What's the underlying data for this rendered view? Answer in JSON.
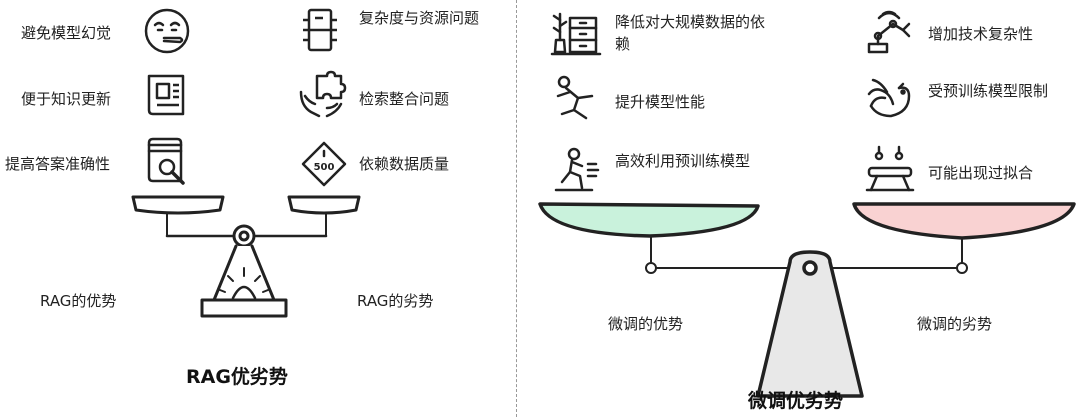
{
  "rag": {
    "pros": [
      "避免模型幻觉",
      "便于知识更新",
      "提高答案准确性"
    ],
    "cons": [
      "复杂度与资源问题",
      "检索整合问题",
      "依赖数据质量"
    ],
    "pro_label": "RAG的优势",
    "con_label": "RAG的劣势",
    "title": "RAG优劣势",
    "badge": "500"
  },
  "ft": {
    "pros": [
      "降低对大规模数据的依赖",
      "提升模型性能",
      "高效利用预训练模型"
    ],
    "cons": [
      "增加技术复杂性",
      "受预训练模型限制",
      "可能出现过拟合"
    ],
    "pro_label": "微调的优势",
    "con_label": "微调的劣势",
    "title": "微调优劣势"
  },
  "colors": {
    "ft_left_pan": "#c9f2dc",
    "ft_right_pan": "#f9d2d2",
    "ink": "#222222"
  }
}
